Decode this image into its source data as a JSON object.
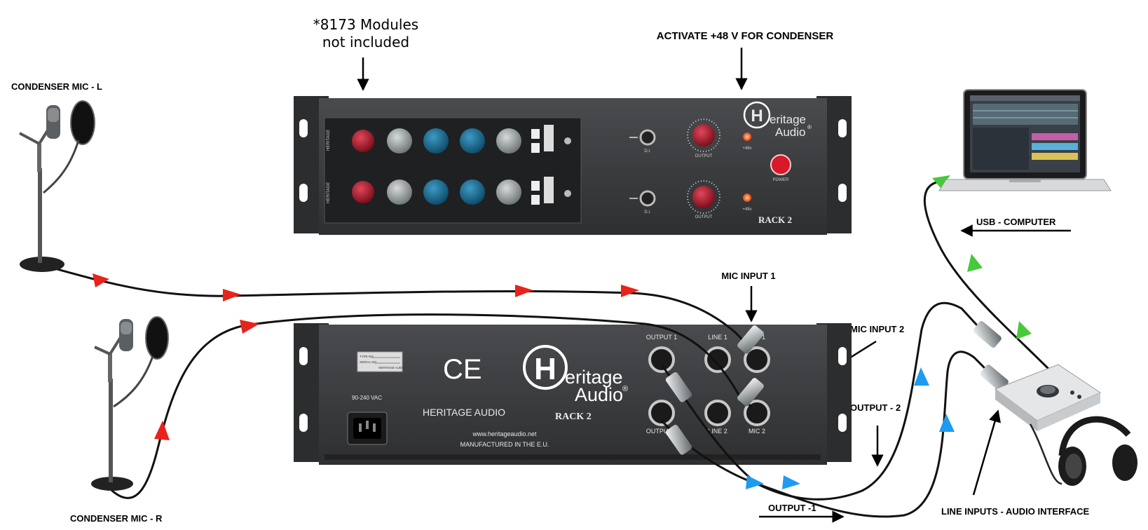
{
  "labels": {
    "modules_note_1": "*8173 Modules",
    "modules_note_2": "not included",
    "activate_48v": "ACTIVATE +48 V FOR CONDENSER",
    "condenser_mic_l": "CONDENSER MIC - L",
    "condenser_mic_r": "CONDENSER MIC - R",
    "usb_computer": "USB - COMPUTER",
    "mic_input_1": "MIC INPUT 1",
    "mic_input_2": "MIC INPUT 2",
    "output_2": "OUTPUT - 2",
    "output_1": "OUTPUT -1",
    "line_inputs": "LINE INPUTS - AUDIO INTERFACE"
  },
  "front_panel": {
    "brand_line1": "eritage",
    "brand_line2": "Audio",
    "brand_reg": "®",
    "brand_h": "H",
    "model": "RACK 2",
    "power_label": "POWER",
    "output_label": "OUTPUT",
    "phantom_label": "+48v",
    "di_label": "D.I."
  },
  "rear_panel": {
    "ce_mark": "CE",
    "brand_h": "H",
    "brand_line1": "eritage",
    "brand_line2": "Audio",
    "brand_reg": "®",
    "maker": "HERITAGE AUDIO",
    "model": "RACK 2",
    "website": "www.heritageaudio.net",
    "manufactured": "MANUFACTURED IN THE E.U.",
    "voltage": "90-240 VAC",
    "output_1": "OUTPUT 1",
    "output_2": "OUTPUT 2",
    "line_1": "LINE 1",
    "line_2": "LINE 2",
    "mic_1": "MIC 1",
    "mic_2": "MIC 2",
    "plate_type": "TYPE NO.",
    "plate_serial": "SERIAL NO.",
    "plate_maker": "HERITAGE AUDIO"
  },
  "colors": {
    "mic_signal": "#e8231c",
    "output_signal": "#1e9bf0",
    "usb_signal": "#46c93a",
    "rack_body": "#3a3b3d",
    "knob_red": "#b3172a",
    "knob_blue": "#1d6e96",
    "knob_grey": "#9aa0a3"
  },
  "icons": {
    "microphone": "condenser-mic-icon",
    "laptop": "laptop-icon",
    "interface": "audio-interface-icon",
    "headphones": "headphones-icon"
  }
}
